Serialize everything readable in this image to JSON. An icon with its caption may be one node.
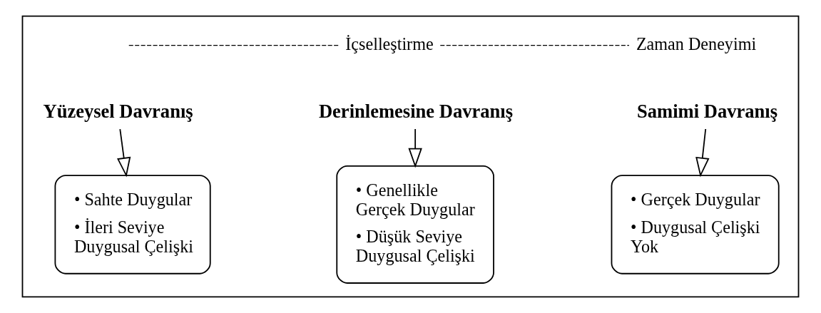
{
  "diagram": {
    "nodes": [
      {
        "text": [],
        "shape": "box"
      },
      {
        "text": [
          "Yüzeysel Davranış"
        ],
        "in": 0
      },
      {
        "text": [
          "Derinlemesine Davranış"
        ],
        "in": 0
      },
      {
        "text": [
          "Samimi Davranış"
        ],
        "in": 0
      },
      {
        "text": [
          "• Sahte Duygular",
          "• İleri Seviye Duygusal Çelişki"
        ],
        "in": 0
      },
      {
        "text": [
          "• Genellikle Gerçek Duygular",
          "• Düşük Seviye Duygusal Çelişki"
        ],
        "in": 0
      },
      {
        "text": [
          "• Gerçek Duygular",
          "• Duygusal Çelişki Yok"
        ],
        "in": 0
      }
    ],
    "edges": [
      {
        "from": 1,
        "to": 4,
        "arrow": "to"
      },
      {
        "from": 2,
        "to": 5,
        "arrow": "to"
      },
      {
        "from": 3,
        "to": 6,
        "arrow": "to"
      }
    ],
    "labels": [
      "İçselleştirme",
      "Zaman Deneyimi"
    ]
  }
}
